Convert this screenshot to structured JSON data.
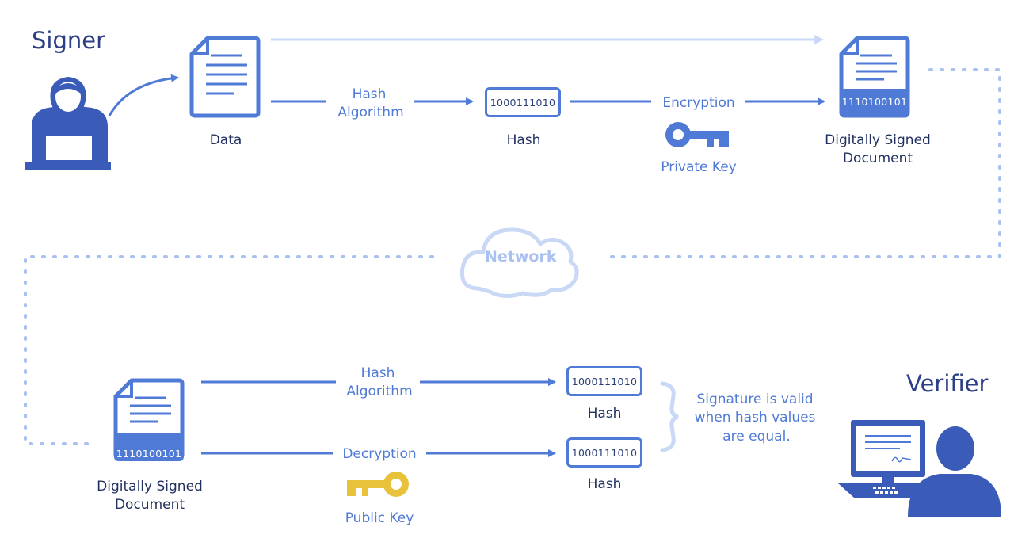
{
  "signer": {
    "title": "Signer",
    "data_label": "Data",
    "hash_algorithm_line1": "Hash",
    "hash_algorithm_line2": "Algorithm",
    "hash_value": "1000111010",
    "hash_label": "Hash",
    "encryption_label": "Encryption",
    "private_key_label": "Private Key",
    "signed_doc_value": "1110100101",
    "signed_doc_line1": "Digitally Signed",
    "signed_doc_line2": "Document"
  },
  "network": {
    "label": "Network"
  },
  "verifier": {
    "title": "Verifier",
    "signed_doc_value": "1110100101",
    "signed_doc_line1": "Digitally Signed",
    "signed_doc_line2": "Document",
    "hash_algorithm_line1": "Hash",
    "hash_algorithm_line2": "Algorithm",
    "hash1_value": "1000111010",
    "hash1_label": "Hash",
    "decryption_label": "Decryption",
    "public_key_label": "Public Key",
    "hash2_value": "1000111010",
    "hash2_label": "Hash",
    "note_line1": "Signature is valid",
    "note_line2": "when hash values",
    "note_line3": "are equal."
  },
  "colors": {
    "primary": "#4f7ad6",
    "dark_icon": "#3b5bb8",
    "light_line": "#c9d8f5",
    "dotted": "#a9c1f0",
    "public_key": "#e8c23a",
    "text_dark": "#1f2f5e"
  }
}
